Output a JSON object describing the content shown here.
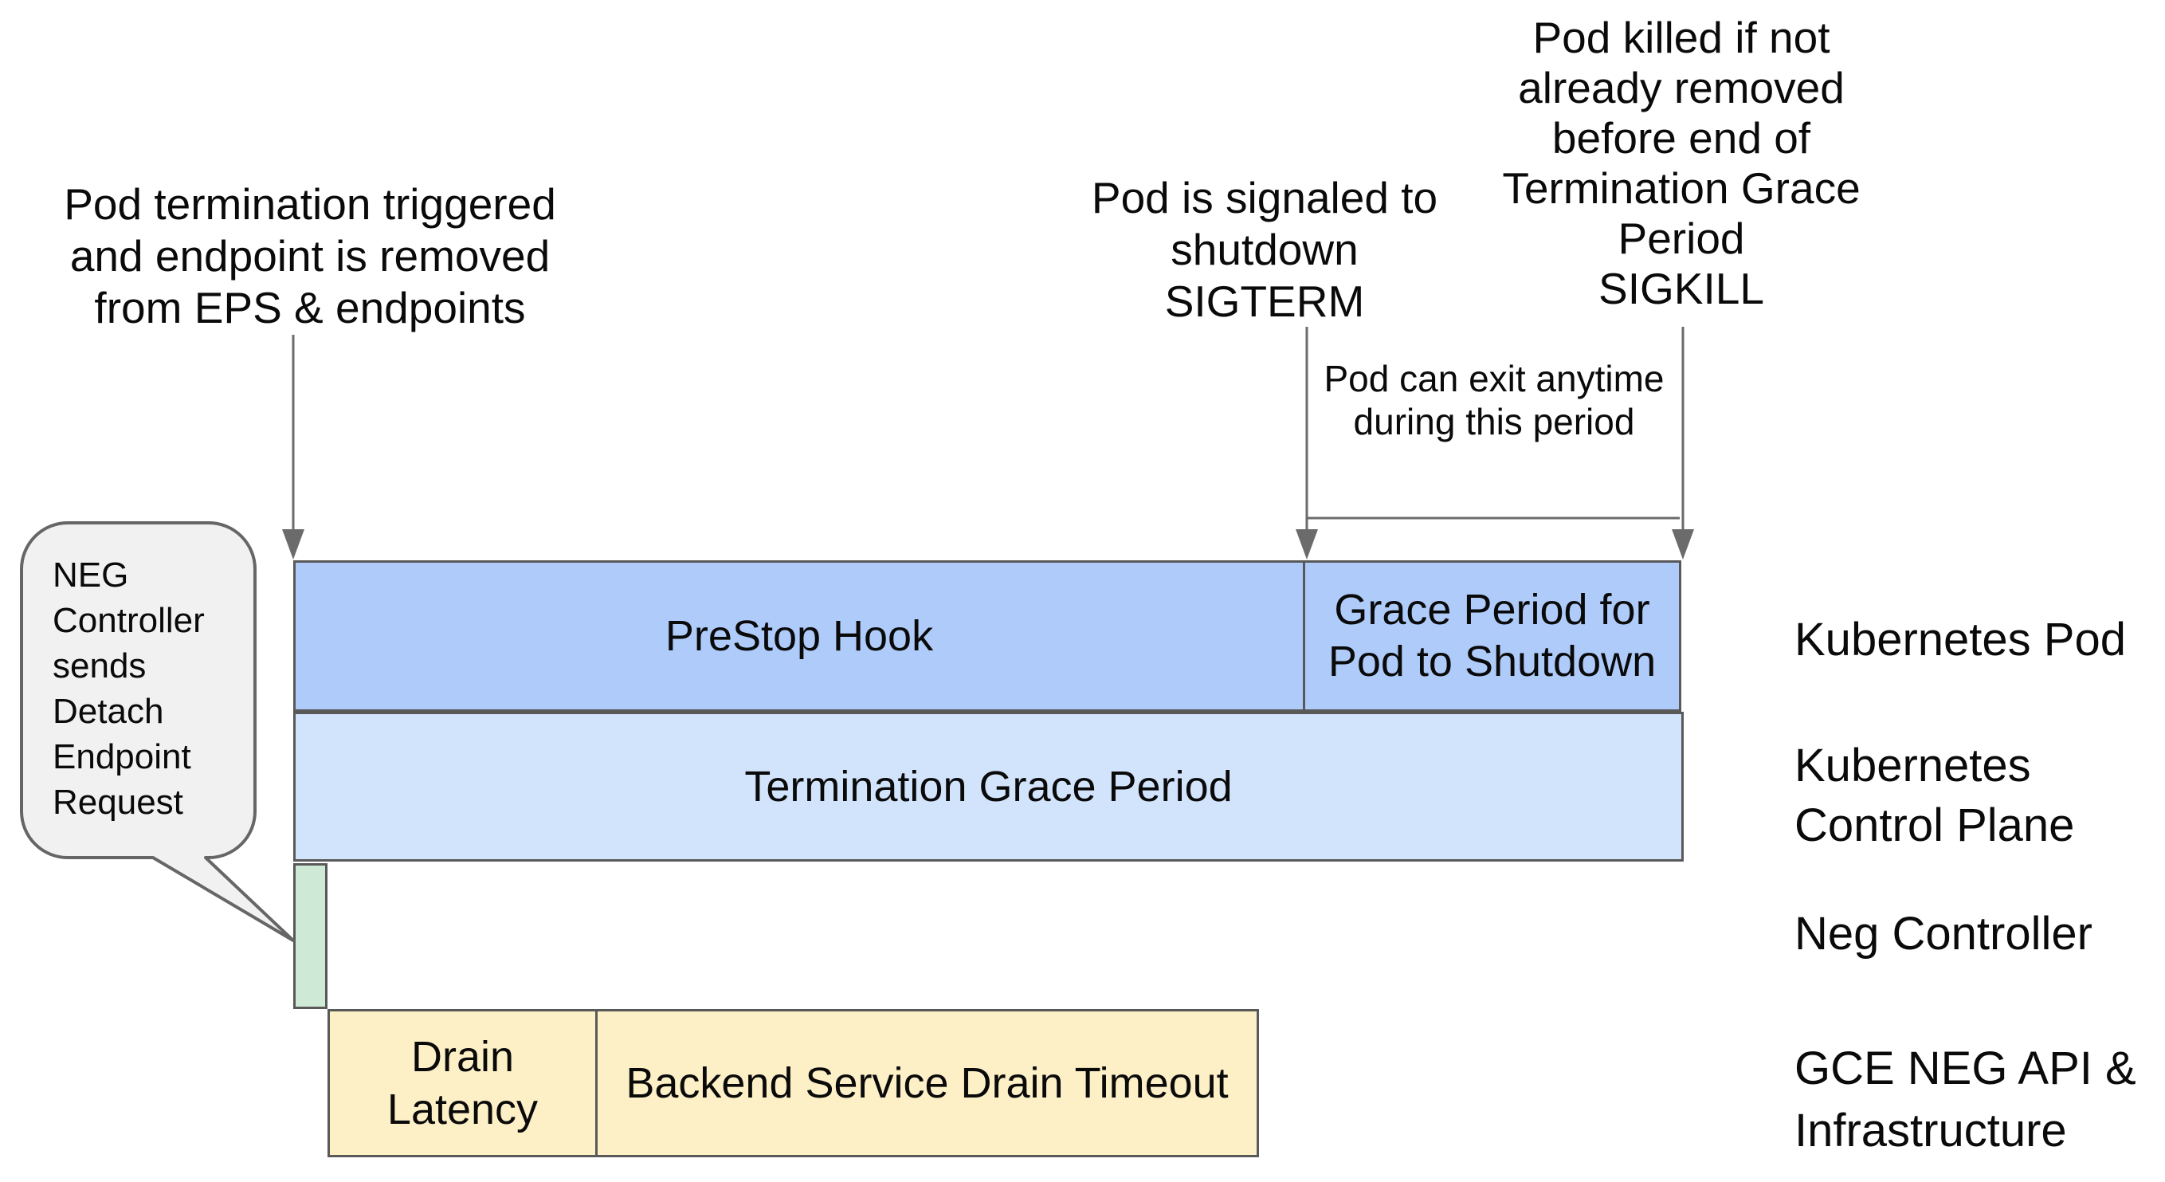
{
  "annotations": {
    "pod_termination": "Pod termination triggered\nand endpoint is removed\nfrom EPS & endpoints",
    "sigterm": "Pod is signaled to\nshutdown\nSIGTERM",
    "sigkill": "Pod killed if not\nalready removed\nbefore end of\nTermination Grace\nPeriod\nSIGKILL",
    "exit_anytime": "Pod can exit anytime\nduring this period"
  },
  "bubble": {
    "text": "NEG\nController\nsends\nDetach\nEndpoint\nRequest"
  },
  "bars": {
    "prestop": "PreStop Hook",
    "grace_period": "Grace Period for\nPod to Shutdown",
    "termination_grace": "Termination Grace Period",
    "drain_latency": "Drain\nLatency",
    "backend_drain": "Backend Service Drain Timeout"
  },
  "lanes": {
    "kubernetes_pod": "Kubernetes Pod",
    "control_plane": "Kubernetes\nControl Plane",
    "neg_controller": "Neg Controller",
    "gce_neg": "GCE NEG API &\nInfrastructure"
  },
  "colors": {
    "bar_blue": "#aecbfa",
    "bar_lightblue": "#d2e3fc",
    "bar_green": "#ceead6",
    "bar_yellow": "#fdf0c7",
    "bubble_gray": "#f1f1f1",
    "border_dark": "#595959",
    "arrow_gray": "#6b6b6b",
    "text_black": "#0a0a0a"
  }
}
